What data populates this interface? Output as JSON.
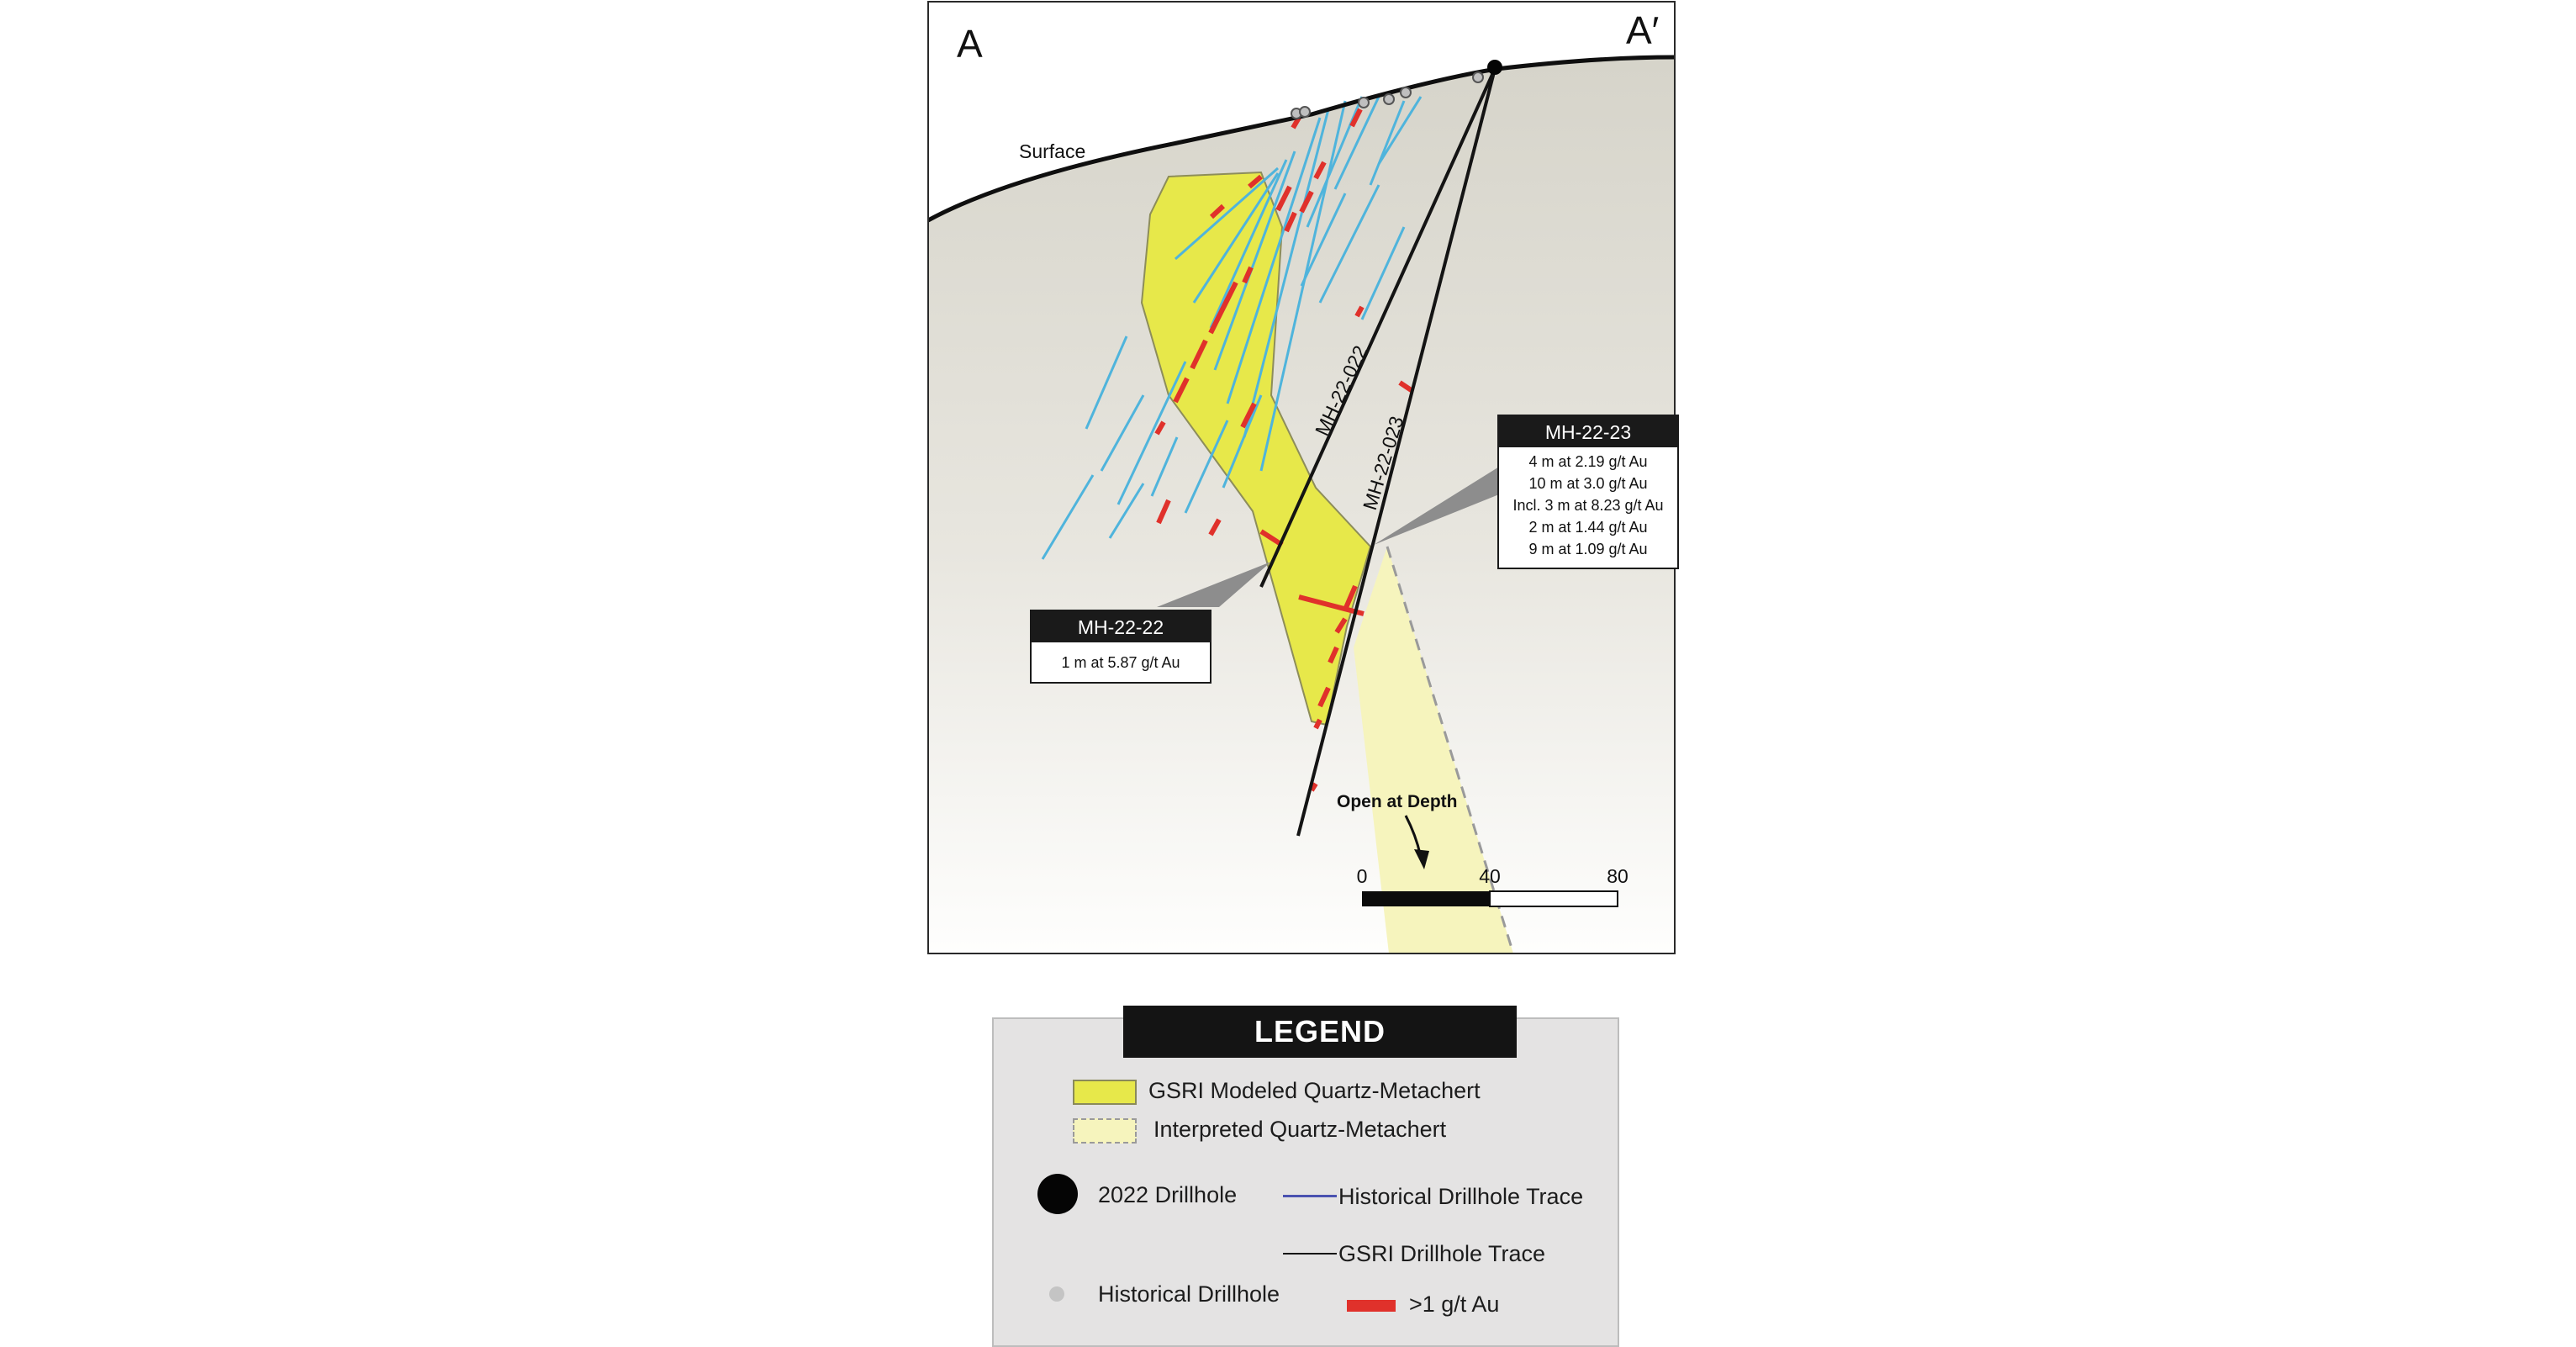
{
  "section": {
    "end_left": "A",
    "end_right": "A′",
    "surface_label": "Surface",
    "drillholes": [
      {
        "label": "MH-22-022"
      },
      {
        "label": "MH-22-023"
      }
    ],
    "callouts": [
      {
        "title": "MH-22-22",
        "lines": [
          "1 m at 5.87 g/t Au"
        ]
      },
      {
        "title": "MH-22-23",
        "lines": [
          "4 m at 2.19 g/t Au",
          "10 m at 3.0 g/t Au",
          "Incl. 3 m at 8.23 g/t Au",
          "2 m at 1.44 g/t Au",
          "9 m at 1.09 g/t Au"
        ]
      }
    ],
    "annotation": "Open at Depth",
    "scale_bar": {
      "ticks": [
        "0",
        "40",
        "80"
      ]
    }
  },
  "legend": {
    "title": "LEGEND",
    "items": {
      "modeled": "GSRI Modeled Quartz-Metachert",
      "interpreted": "Interpreted Quartz-Metachert",
      "drillhole_2022": "2022 Drillhole",
      "historical_trace": "Historical Drillhole Trace",
      "gsri_trace": "GSRI Drillhole Trace",
      "historical_drillhole": "Historical Drillhole",
      "grade": ">1 g/t Au"
    }
  },
  "colors": {
    "modeled_fill": "#e7e84a",
    "interpreted_fill": "#f6f4bd",
    "historical_trace": "#4fb4dc",
    "grade": "#e0312b",
    "gsri_trace": "#141414",
    "legend_bg": "#e4e3e3"
  }
}
